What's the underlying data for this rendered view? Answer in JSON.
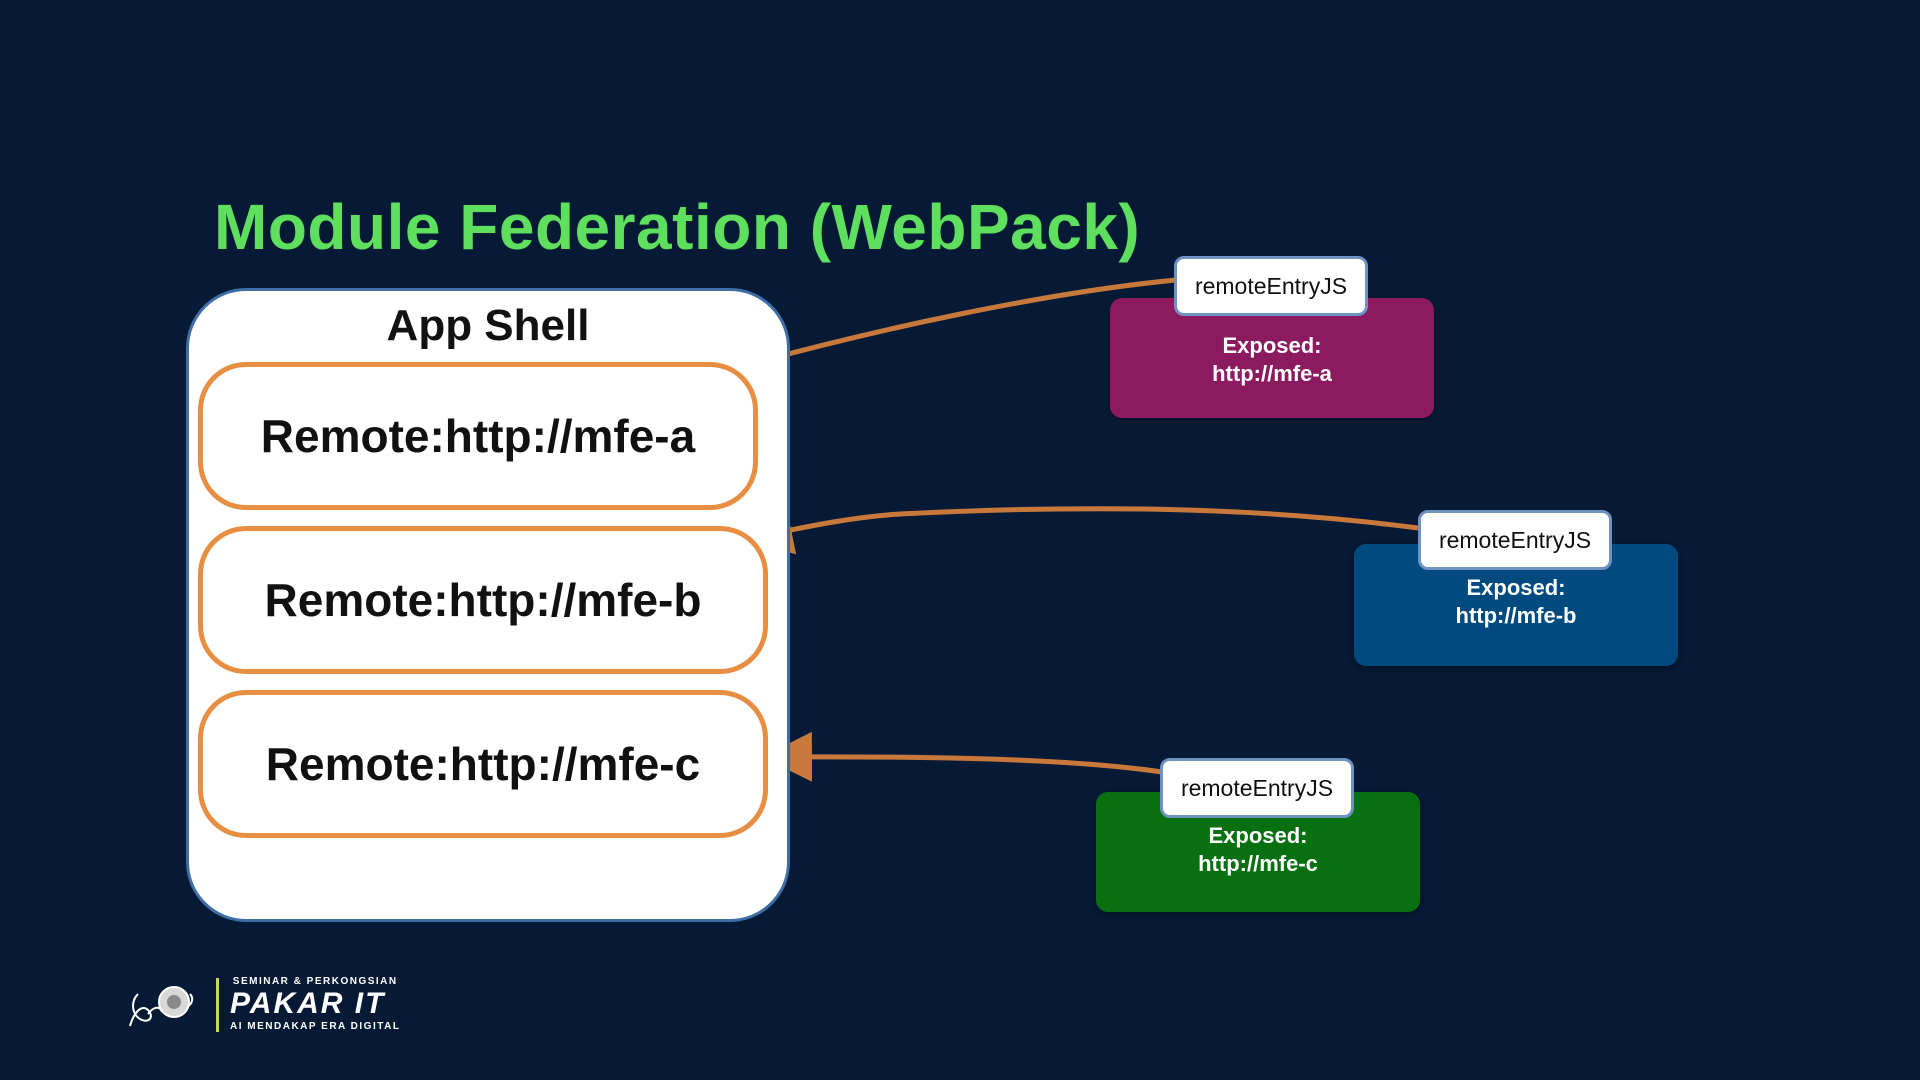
{
  "title": "Module Federation (WebPack)",
  "app_shell": {
    "label": "App Shell",
    "remotes": [
      "Remote:http://mfe-a",
      "Remote:http://mfe-b",
      "Remote:http://mfe-c"
    ]
  },
  "exposed_modules": [
    {
      "entry_label": "remoteEntryJS",
      "line1": "Exposed:",
      "line2": "http://mfe-a",
      "color": "#8c1a5e"
    },
    {
      "entry_label": "remoteEntryJS",
      "line1": "Exposed:",
      "line2": "http://mfe-b",
      "color": "#004a7f"
    },
    {
      "entry_label": "remoteEntryJS",
      "line1": "Exposed:",
      "line2": "http://mfe-c",
      "color": "#087010"
    }
  ],
  "colors": {
    "background": "#061a35",
    "title": "#5ee05e",
    "remote_border": "#e88e43",
    "arrow": "#c7783a"
  },
  "logo": {
    "top_text": "SEMINAR & PERKONGSIAN",
    "brand": "PAKAR IT",
    "tagline": "AI MENDAKAP ERA DIGITAL"
  }
}
